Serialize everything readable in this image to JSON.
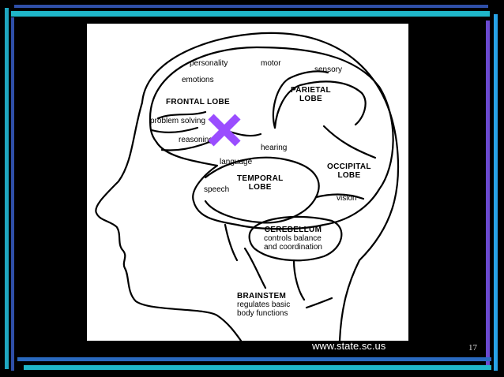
{
  "slide": {
    "source": "www.state.sc.us",
    "page_number": "17"
  },
  "labels": {
    "personality": "personality",
    "motor": "motor",
    "sensory": "sensory",
    "emotions": "emotions",
    "parietal_lobe_line1": "PARIETAL",
    "parietal_lobe_line2": "LOBE",
    "frontal_lobe": "FRONTAL LOBE",
    "problem_solving": "problem solving",
    "reasoning": "reasoning",
    "hearing": "hearing",
    "language": "language",
    "occipital_lobe_line1": "OCCIPITAL",
    "occipital_lobe_line2": "LOBE",
    "temporal_lobe_line1": "TEMPORAL",
    "temporal_lobe_line2": "LOBE",
    "speech": "speech",
    "vision": "vision",
    "cerebellum_title": "CEREBELLUM",
    "cerebellum_desc_line1": "controls balance",
    "cerebellum_desc_line2": "and coordination",
    "brainstem_title": "BRAINSTEM",
    "brainstem_desc_line1": "regulates basic",
    "brainstem_desc_line2": "body functions"
  },
  "colors": {
    "marker": "#9a4dff",
    "frame_cyan": "#1fb6c9",
    "frame_blue": "#2f4fa8"
  },
  "icons": {
    "marker": "x-mark-icon"
  }
}
